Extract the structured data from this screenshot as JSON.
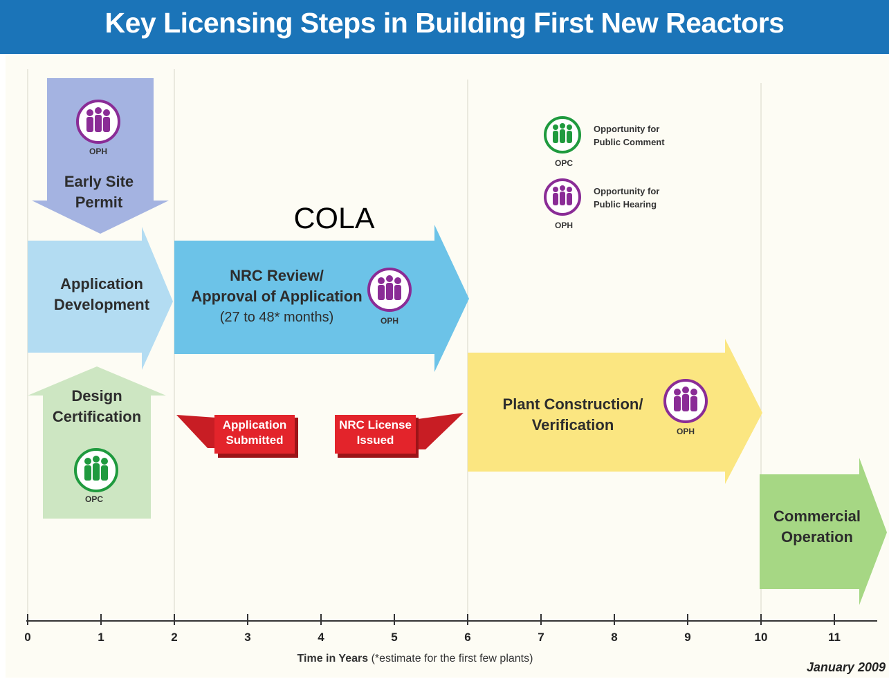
{
  "title": "Key Licensing Steps in Building First New Reactors",
  "cola_label": "COLA",
  "steps": {
    "esp": [
      "Early Site",
      "Permit"
    ],
    "app_dev": [
      "Application",
      "Development"
    ],
    "design_cert": [
      "Design",
      "Certification"
    ],
    "nrc_review": [
      "NRC Review/",
      "Approval of Application"
    ],
    "nrc_review_duration": "(27 to 48* months)",
    "plant_construction": [
      "Plant Construction/",
      "Verification"
    ],
    "commercial": [
      "Commercial",
      "Operation"
    ]
  },
  "callouts": {
    "submitted": [
      "Application",
      "Submitted"
    ],
    "issued": [
      "NRC License",
      "Issued"
    ]
  },
  "icons": {
    "oph": "OPH",
    "opc": "OPC"
  },
  "legend": {
    "opc": [
      "Opportunity for",
      "Public Comment"
    ],
    "oph": [
      "Opportunity for",
      "Public Hearing"
    ]
  },
  "axis": {
    "ticks": [
      "0",
      "1",
      "2",
      "3",
      "4",
      "5",
      "6",
      "7",
      "8",
      "9",
      "10",
      "11"
    ],
    "label_bold": "Time in Years",
    "label_note": "(*estimate for the first few plants)"
  },
  "date": "January 2009",
  "colors": {
    "header": "#1b74b8",
    "opc_icon": "#1f9a3e",
    "oph_icon": "#8a2c96",
    "callout": "#e3242b"
  }
}
